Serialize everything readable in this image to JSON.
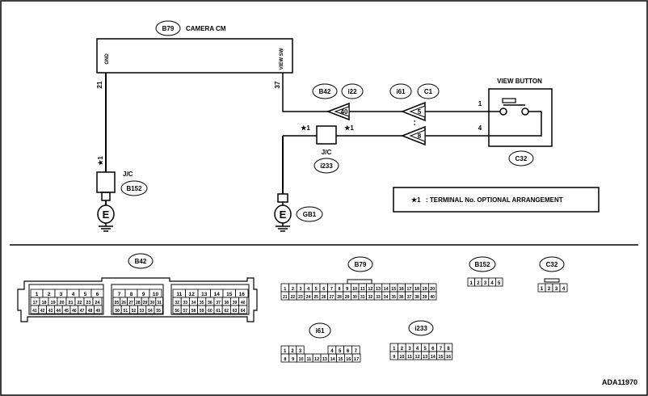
{
  "frame": {
    "code": "ADA11970"
  },
  "camera_cm": {
    "connector": "B79",
    "name": "CAMERA CM",
    "gnd_label": "GND",
    "gnd_pin": "21",
    "view_sw_label": "VIEW SW",
    "view_sw_pin": "37"
  },
  "left_ground": {
    "star_note": "★1",
    "jc_label": "J/C",
    "jc_connector": "B152",
    "ground_symbol": "E"
  },
  "mid_ground": {
    "ground_connector": "GB1",
    "ground_symbol": "E"
  },
  "inline": {
    "b42": "B42",
    "i22": "i22",
    "pin40": "40",
    "i61": "i61",
    "c1": "C1",
    "pin5": "5",
    "pin8": "8"
  },
  "jc_mid": {
    "star_left": "★1",
    "star_right": "★1",
    "label": "J/C",
    "connector": "i233"
  },
  "view_button": {
    "title": "VIEW BUTTON",
    "pin1": "1",
    "pin4": "4",
    "connector": "C32"
  },
  "note": {
    "star": "★1",
    "text": ": TERMINAL No. OPTIONAL ARRANGEMENT"
  },
  "connectors": {
    "b42": {
      "label": "B42",
      "block1_row1": [
        "1",
        "2",
        "3",
        "4",
        "5",
        "6"
      ],
      "block1_row2": [
        "17",
        "18",
        "19",
        "20",
        "21",
        "22",
        "23",
        "24"
      ],
      "block1_row3": [
        "41",
        "42",
        "43",
        "44",
        "45",
        "46",
        "47",
        "48",
        "49"
      ],
      "block2_row1": [
        "7",
        "8",
        "9",
        "10"
      ],
      "block2_row2": [
        "25",
        "26",
        "27",
        "28",
        "29",
        "30",
        "31"
      ],
      "block2_row3": [
        "50",
        "51",
        "52",
        "53",
        "54",
        "55"
      ],
      "block3_row1": [
        "11",
        "12",
        "13",
        "14",
        "15",
        "16"
      ],
      "block3_row2": [
        "32",
        "33",
        "34",
        "35",
        "36",
        "37",
        "38",
        "39",
        "40"
      ],
      "block3_row3": [
        "56",
        "57",
        "58",
        "59",
        "60",
        "61",
        "62",
        "63",
        "64"
      ]
    },
    "b79": {
      "label": "B79",
      "row1": [
        "1",
        "2",
        "3",
        "4",
        "5",
        "6",
        "7",
        "8",
        "9",
        "10",
        "11",
        "12",
        "13",
        "14",
        "15",
        "16",
        "17",
        "18",
        "19",
        "20"
      ],
      "row2": [
        "21",
        "22",
        "23",
        "24",
        "25",
        "26",
        "27",
        "28",
        "29",
        "30",
        "31",
        "32",
        "33",
        "34",
        "35",
        "36",
        "37",
        "38",
        "39",
        "40"
      ]
    },
    "b152": {
      "label": "B152",
      "row1": [
        "1",
        "2",
        "3",
        "4",
        "5"
      ]
    },
    "c32": {
      "label": "C32",
      "row1": [
        "1",
        "2",
        "3",
        "4"
      ]
    },
    "i61": {
      "label": "i61",
      "row1": [
        "1",
        "2",
        "3",
        "4",
        "5",
        "6",
        "7"
      ],
      "row2": [
        "8",
        "9",
        "10",
        "11",
        "12",
        "13",
        "14",
        "15",
        "16",
        "17"
      ]
    },
    "i233": {
      "label": "i233",
      "row1": [
        "1",
        "2",
        "3",
        "4",
        "5",
        "6",
        "7",
        "8"
      ],
      "row2": [
        "9",
        "10",
        "11",
        "12",
        "13",
        "14",
        "15",
        "16"
      ]
    }
  }
}
